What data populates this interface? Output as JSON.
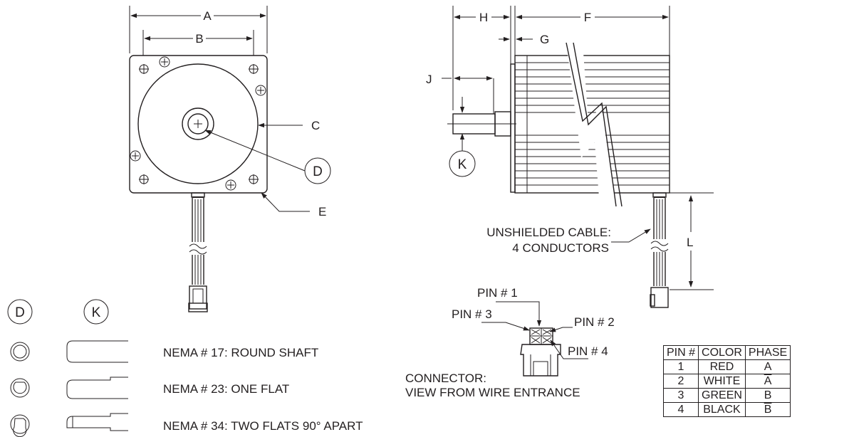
{
  "labels": {
    "A": "A",
    "B": "B",
    "C": "C",
    "D": "D",
    "E": "E",
    "F": "F",
    "G": "G",
    "H": "H",
    "J": "J",
    "K": "K",
    "L": "L"
  },
  "cable_note": [
    "UNSHIELDED CABLE:",
    "4 CONDUCTORS"
  ],
  "connector_note": [
    "CONNECTOR:",
    "VIEW FROM WIRE ENTRANCE"
  ],
  "pins": {
    "pin1": "PIN # 1",
    "pin2": "PIN # 2",
    "pin3": "PIN # 3",
    "pin4": "PIN # 4"
  },
  "shaft_legend": {
    "header_d": "D",
    "header_k": "K",
    "rows": [
      {
        "text": "NEMA # 17: ROUND SHAFT"
      },
      {
        "text": "NEMA # 23: ONE FLAT"
      },
      {
        "text": "NEMA # 34: TWO FLATS 90° APART"
      }
    ]
  },
  "pin_table": {
    "headers": [
      "PIN #",
      "COLOR",
      "PHASE"
    ],
    "rows": [
      {
        "pin": "1",
        "color": "RED",
        "phase": "A",
        "phase_overline": false
      },
      {
        "pin": "2",
        "color": "WHITE",
        "phase": "A",
        "phase_overline": true
      },
      {
        "pin": "3",
        "color": "GREEN",
        "phase": "B",
        "phase_overline": false
      },
      {
        "pin": "4",
        "color": "BLACK",
        "phase": "B",
        "phase_overline": true
      }
    ]
  }
}
